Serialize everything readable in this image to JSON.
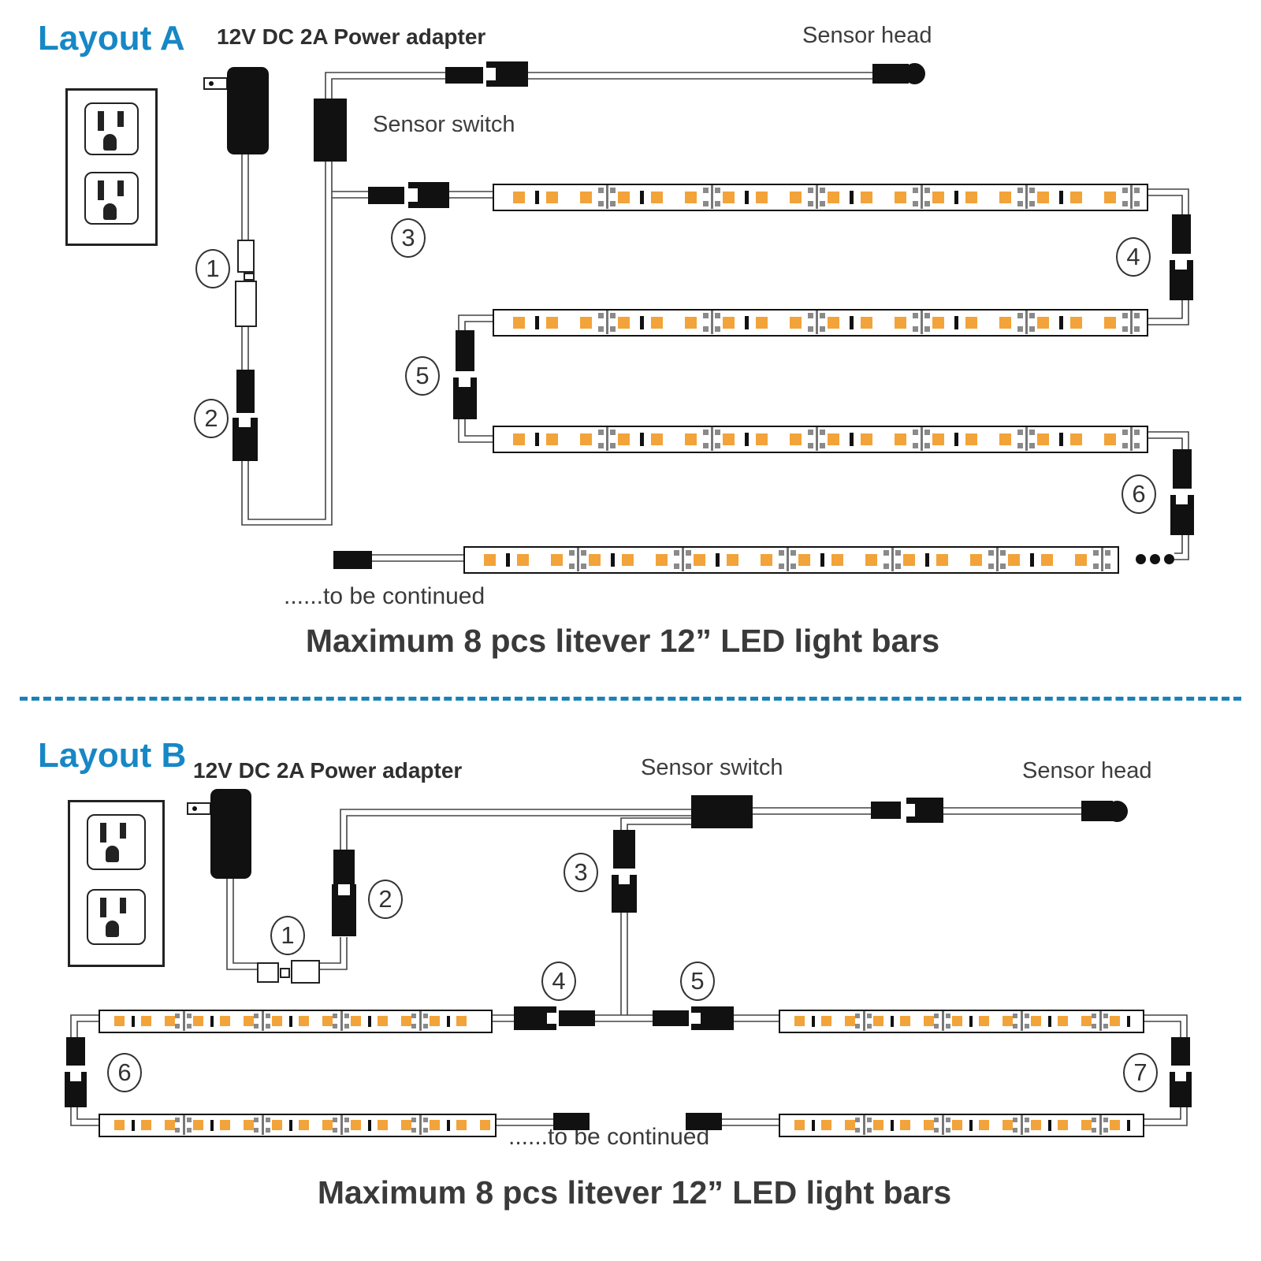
{
  "colors": {
    "accent_blue": "#1787c5",
    "divider_blue": "#1a82b8",
    "led_orange": "#F2A33A",
    "pad_gray": "#8a8a8a",
    "ink": "#111111",
    "text_dark": "#3d3d3d"
  },
  "layout_a": {
    "title": "Layout A",
    "power_adapter_label": "12V DC 2A Power adapter",
    "sensor_head_label": "Sensor head",
    "sensor_switch_label": "Sensor switch",
    "continued_note": "......to be continued",
    "max_note": "Maximum 8 pcs litever 12” LED light bars",
    "callouts": [
      "1",
      "2",
      "3",
      "4",
      "5",
      "6"
    ]
  },
  "layout_b": {
    "title": "Layout B",
    "power_adapter_label": "12V DC 2A Power adapter",
    "sensor_head_label": "Sensor head",
    "sensor_switch_label": "Sensor switch",
    "continued_note": "......to be continued",
    "max_note": "Maximum 8 pcs litever 12” LED light bars",
    "callouts": [
      "1",
      "2",
      "3",
      "4",
      "5",
      "6",
      "7"
    ]
  }
}
